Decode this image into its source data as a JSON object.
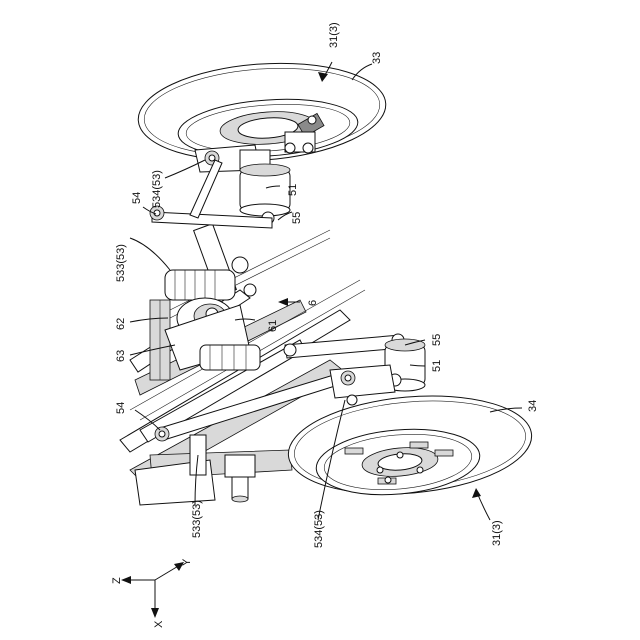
{
  "labels": {
    "wheel_front_ref": "31(3)",
    "wheel_front": "33",
    "bracket_534_top": "534(53)",
    "shock_top": "51",
    "pivot_top": "55",
    "arm_54_top": "54",
    "arm_533_top": "533(53)",
    "motor_62": "62",
    "motor_63": "63",
    "unit_6": "6",
    "unit_61": "61",
    "pivot_bottom": "55",
    "shock_bottom": "51",
    "arm_54_bottom": "54",
    "arm_533_bottom": "533(53)",
    "bracket_534_bottom": "534(53)",
    "wheel_rear": "34",
    "wheel_rear_ref": "31(3)",
    "axis_x": "X",
    "axis_y": "Y",
    "axis_z": "Z"
  },
  "colors": {
    "line": "#111111",
    "fill": "#ffffff",
    "shade": "#d9d9d9",
    "dark": "#8a8a8a"
  }
}
